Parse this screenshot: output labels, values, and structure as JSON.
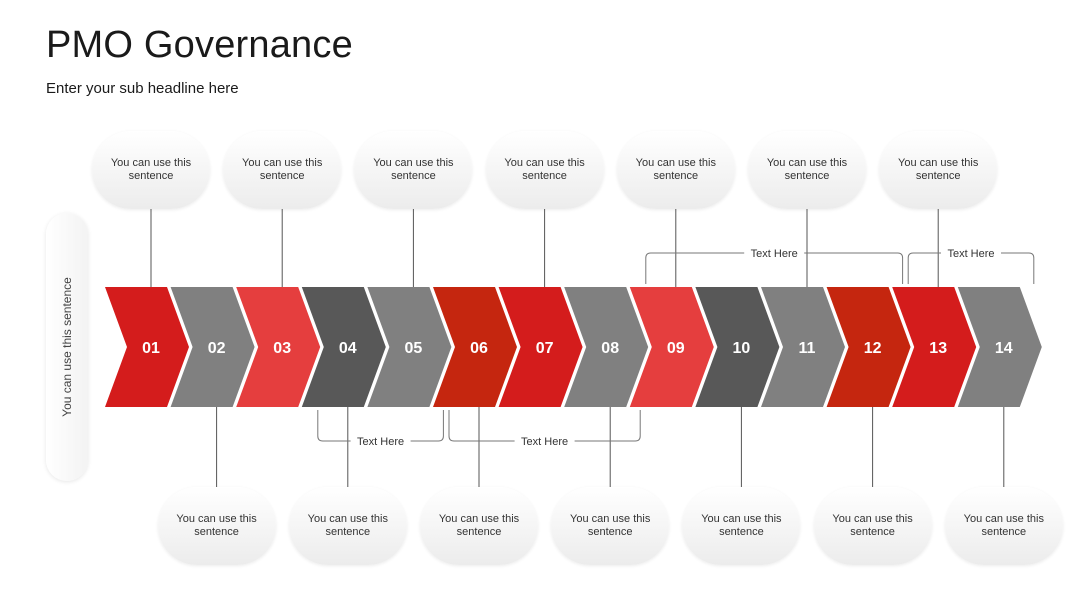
{
  "header": {
    "title": "PMO Governance",
    "subtitle": "Enter your sub headline here"
  },
  "side_label": "You can use this sentence",
  "steps": [
    {
      "label": "01",
      "color": "#d41c1c"
    },
    {
      "label": "02",
      "color": "#808080"
    },
    {
      "label": "03",
      "color": "#e53e3e"
    },
    {
      "label": "04",
      "color": "#585858"
    },
    {
      "label": "05",
      "color": "#808080"
    },
    {
      "label": "06",
      "color": "#c5260f"
    },
    {
      "label": "07",
      "color": "#d41c1c"
    },
    {
      "label": "08",
      "color": "#808080"
    },
    {
      "label": "09",
      "color": "#e53e3e"
    },
    {
      "label": "10",
      "color": "#585858"
    },
    {
      "label": "11",
      "color": "#808080"
    },
    {
      "label": "12",
      "color": "#c5260f"
    },
    {
      "label": "13",
      "color": "#d41c1c"
    },
    {
      "label": "14",
      "color": "#808080"
    }
  ],
  "top_bubbles": [
    {
      "text": "You can use this sentence",
      "step": "01"
    },
    {
      "text": "You can use this sentence",
      "step": "03"
    },
    {
      "text": "You can use this sentence",
      "step": "05"
    },
    {
      "text": "You can use this sentence",
      "step": "07"
    },
    {
      "text": "You can use this sentence",
      "step": "09"
    },
    {
      "text": "You can use this sentence",
      "step": "11"
    },
    {
      "text": "You can use this sentence",
      "step": "13"
    }
  ],
  "bottom_bubbles": [
    {
      "text": "You can use this sentence",
      "step": "02"
    },
    {
      "text": "You can use this sentence",
      "step": "04"
    },
    {
      "text": "You can use this sentence",
      "step": "06"
    },
    {
      "text": "You can use this sentence",
      "step": "08"
    },
    {
      "text": "You can use this sentence",
      "step": "10"
    },
    {
      "text": "You can use this sentence",
      "step": "12"
    },
    {
      "text": "You can use this sentence",
      "step": "14"
    }
  ],
  "brackets": [
    {
      "label": "Text Here",
      "from": "09",
      "to": "12",
      "side": "top"
    },
    {
      "label": "Text Here",
      "from": "13",
      "to": "14",
      "side": "top"
    },
    {
      "label": "Text Here",
      "from": "04",
      "to": "05",
      "side": "bottom"
    },
    {
      "label": "Text Here",
      "from": "06",
      "to": "08",
      "side": "bottom"
    }
  ],
  "colors": {
    "connector": "#555555",
    "bracket": "#777777"
  }
}
